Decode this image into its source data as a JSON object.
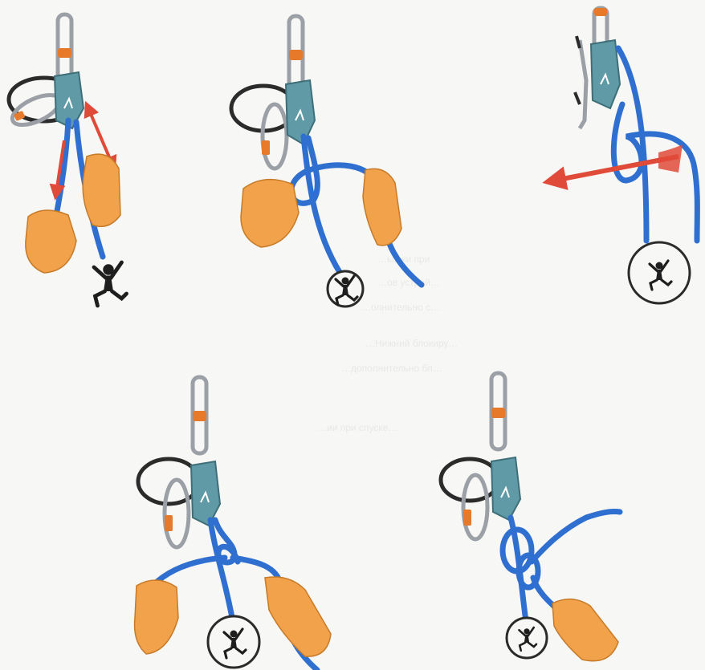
{
  "figure": {
    "panels": [
      {
        "id": "step-1",
        "climber_in_circle": false,
        "arrows": "two"
      },
      {
        "id": "step-2",
        "climber_in_circle": true,
        "arrows": "none"
      },
      {
        "id": "step-3",
        "climber_in_circle": true,
        "arrows": "one"
      },
      {
        "id": "step-4",
        "climber_in_circle": true,
        "arrows": "none"
      },
      {
        "id": "step-5",
        "climber_in_circle": true,
        "arrows": "none"
      }
    ],
    "bleed_through_text": [
      "…ышки при",
      "…ов устрой…",
      "…олнительно с…",
      "…Нижний блокиру…",
      "…дополнительно бл…",
      "…ии при спуске…"
    ]
  },
  "colors": {
    "rope": "#2f6fd0",
    "rope_outline": "#1d4e9e",
    "device": "#5f9aa6",
    "device_dark": "#3e6f79",
    "hand": "#f2a24a",
    "hand_outline": "#c77a27",
    "arrow": "#e04a38",
    "carabiner": "#9aa0a6",
    "gate_orange": "#e67a2a",
    "sling": "#2b2b2b",
    "climber": "#1e1e1e",
    "background": "#f7f7f5"
  }
}
